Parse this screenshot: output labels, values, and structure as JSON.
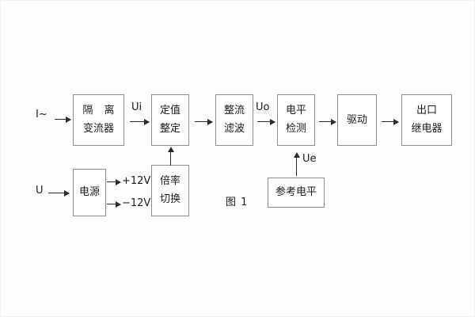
{
  "diagram": {
    "caption": "图 1",
    "blocks": [
      {
        "id": "isolation",
        "lines": [
          "隔 离",
          "变流器"
        ]
      },
      {
        "id": "setting",
        "lines": [
          "定值",
          "整定"
        ]
      },
      {
        "id": "rectify",
        "lines": [
          "整流",
          "滤波"
        ]
      },
      {
        "id": "level",
        "lines": [
          "电平",
          "检测"
        ]
      },
      {
        "id": "driver",
        "lines": [
          "驱动"
        ]
      },
      {
        "id": "output",
        "lines": [
          "出口",
          "继电器"
        ]
      },
      {
        "id": "power",
        "lines": [
          "电源"
        ]
      },
      {
        "id": "multiplier",
        "lines": [
          "倍率",
          "切换"
        ]
      },
      {
        "id": "reference",
        "lines": [
          "参考电平"
        ]
      }
    ],
    "signals": {
      "input_current": "I~",
      "input_voltage": "U",
      "ui": "Ui",
      "uo": "Uo",
      "ue": "Ue",
      "supply_positive": "+12V",
      "supply_negative": "−12V"
    }
  }
}
